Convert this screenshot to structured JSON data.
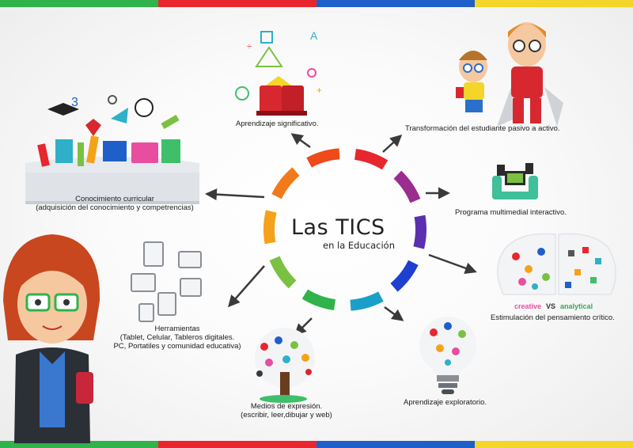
{
  "stripe_colors": [
    "#2fb34a",
    "#e8262d",
    "#1f5fc9",
    "#f4d52a"
  ],
  "ring_colors": [
    "#e8262d",
    "#9b2d8f",
    "#5b2fb0",
    "#1f3fd0",
    "#1aa0c8",
    "#2fb34a",
    "#7ac142",
    "#f4a21a",
    "#f27a1a",
    "#ee4a1a"
  ],
  "center": {
    "title": "Las TICS",
    "subtitle": "en la Educación"
  },
  "labels": {
    "aprendizaje_significativo": "Aprendizaje significativo.",
    "transformacion": "Transformación del estudiante pasivo a activo.",
    "conocimiento": "Conocimiento curricular\n(adquisición del conocimiento y competrencias)",
    "programa": "Programa multimedial interactivo.",
    "herramientas": "Herramientas\n(Tablet, Celular, Tableros digitales.\nPC, Portatiles y comunidad educativa)",
    "estimulacion": "Estimulación del pensamiento crítico.",
    "creative": "creative",
    "vs": "VS",
    "analytical": "analytical",
    "medios": "Medios de expresión.\n(escribir, leer,dibujar y web)",
    "exploratorio": "Aprendizaje exploratorio."
  },
  "icons": [
    "books-icon",
    "superheroes-icon",
    "school-supplies-icon",
    "touchscreen-icon",
    "brain-icon",
    "devices-icon",
    "teacher-icon",
    "tree-icon",
    "lightbulb-icon"
  ]
}
